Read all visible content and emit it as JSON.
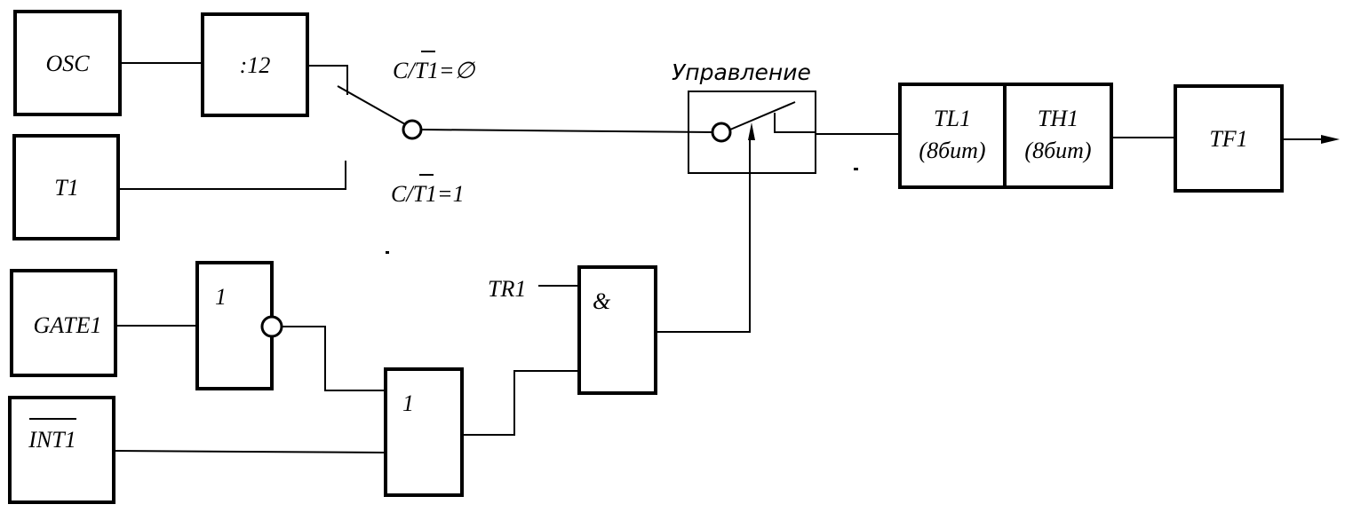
{
  "blocks": {
    "osc": "OSC",
    "divider": ":12",
    "t1": "T1",
    "gate1": "GATE1",
    "int1": "INT1",
    "inv_gate": "1",
    "or_gate": "1",
    "and_gate": "&",
    "tl1_name": "TL1",
    "tl1_width": "(8бит)",
    "th1_name": "TH1",
    "th1_width": "(8бит)",
    "tf1": "TF1"
  },
  "labels": {
    "ct_zero_prefix": "C/",
    "ct_zero_signal": "T1",
    "ct_zero_value": "=∅",
    "ct_one_prefix": "C/",
    "ct_one_signal": "T1",
    "ct_one_value": "=1",
    "control": "Управление",
    "tr1": "TR1"
  }
}
